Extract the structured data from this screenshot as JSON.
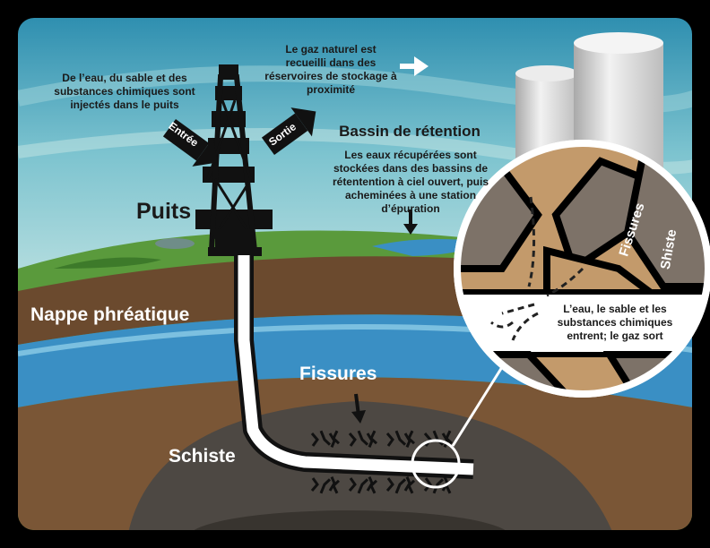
{
  "labels": {
    "injection_note": "De l’eau, du sable et des substances chimiques sont injectés dans le puits",
    "storage_note": "Le gaz naturel est recueilli dans des réservoires de stockage à proximité",
    "retention_title": "Bassin de rétention",
    "retention_note": "Les eaux récupérées sont stockées dans des bassins de rétentention à ciel ouvert, puis acheminées à une station d’épuration",
    "entree": "Entrée",
    "sortie": "Sortie",
    "puits": "Puits",
    "nappe": "Nappe phréatique",
    "fissures": "Fissures",
    "schiste": "Schiste",
    "zoom_fissures": "Fissures",
    "zoom_schiste": "Shiste",
    "zoom_note": "L’eau, le sable et les substances chimiques entrent; le gaz sort"
  },
  "colors": {
    "sky": "#5fb3c8",
    "grass": "#5a9a3c",
    "topsoil": "#6b4a2e",
    "water": "#3a8fc4",
    "soil": "#7a5636",
    "shale": "#4d4843",
    "tank": "#d8d8d8",
    "rock_tan": "#c39a6b",
    "rock_gray": "#7d7268"
  },
  "icons": [
    "arrow-right-icon",
    "arrow-down-icon",
    "entree-arrow-icon",
    "sortie-arrow-icon",
    "fracture-icon",
    "magnifier-icon"
  ]
}
